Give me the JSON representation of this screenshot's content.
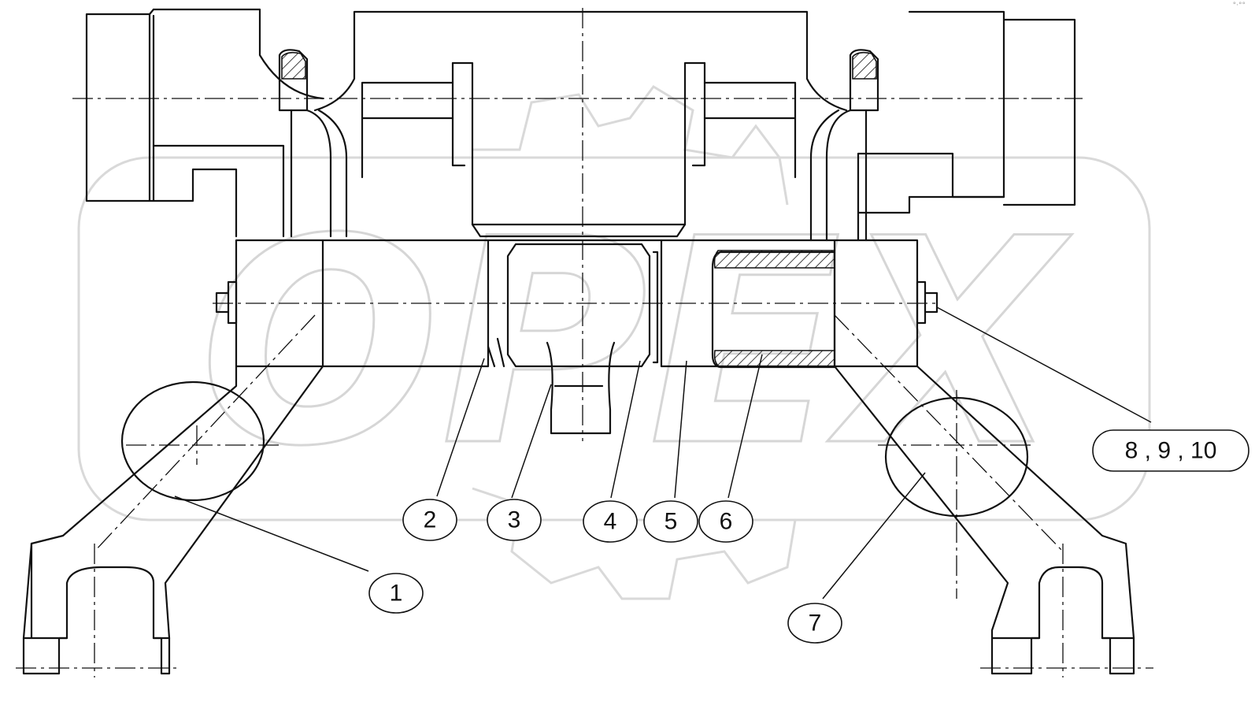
{
  "callouts": [
    {
      "id": "1",
      "label": "1"
    },
    {
      "id": "2",
      "label": "2"
    },
    {
      "id": "3",
      "label": "3"
    },
    {
      "id": "4",
      "label": "4"
    },
    {
      "id": "5",
      "label": "5"
    },
    {
      "id": "6",
      "label": "6"
    },
    {
      "id": "7",
      "label": "7"
    },
    {
      "id": "8-9-10",
      "label": "8 , 9 , 10"
    }
  ],
  "watermark": {
    "text": "OPEX"
  },
  "corner_mark": "°·°°",
  "colors": {
    "line": "#111111",
    "watermark": "#d9d9d9",
    "background": "#ffffff"
  }
}
